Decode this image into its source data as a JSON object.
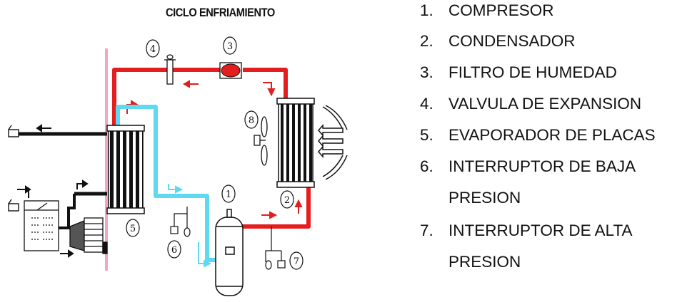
{
  "diagram": {
    "title": "CICLO ENFRIAMIENTO",
    "colors": {
      "hot_line": "#e41e1e",
      "cold_line": "#5fd9f0",
      "wall": "#f2a6c6",
      "black_line": "#111111"
    },
    "markers": [
      "1",
      "2",
      "3",
      "4",
      "5",
      "6",
      "7",
      "8"
    ]
  },
  "legend": {
    "items": [
      {
        "number": "1.",
        "text": "COMPRESOR"
      },
      {
        "number": "2.",
        "text": "CONDENSADOR"
      },
      {
        "number": "3.",
        "text": "FILTRO DE HUMEDAD"
      },
      {
        "number": "4.",
        "text": "VALVULA DE EXPANSION"
      },
      {
        "number": "5.",
        "text": "EVAPORADOR DE PLACAS"
      },
      {
        "number": "6.",
        "text": "INTERRUPTOR DE BAJA",
        "text2": "PRESION"
      },
      {
        "number": "7.",
        "text": "INTERRUPTOR DE ALTA",
        "text2": "PRESION"
      }
    ]
  }
}
